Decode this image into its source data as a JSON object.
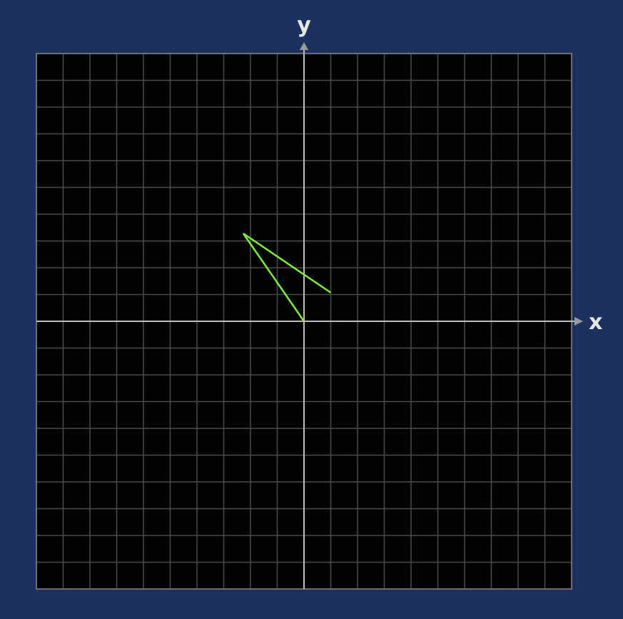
{
  "axes": {
    "x_label": "x",
    "y_label": "y"
  },
  "colors": {
    "background": "#1c3160",
    "plot_background": "#030303",
    "grid": "#4a4a4a",
    "frame": "#6e6e6e",
    "axis": "#bdbdbd",
    "arrow": "#9a9a9a",
    "label": "#e6e6e6",
    "path": "#80ee3a"
  },
  "grid": {
    "x_range": [
      -10,
      10
    ],
    "y_range": [
      -10,
      10
    ],
    "step": 1
  },
  "path": {
    "points": [
      [
        0,
        0
      ],
      [
        -2.27,
        3.28
      ],
      [
        1.0,
        1.07
      ]
    ]
  }
}
